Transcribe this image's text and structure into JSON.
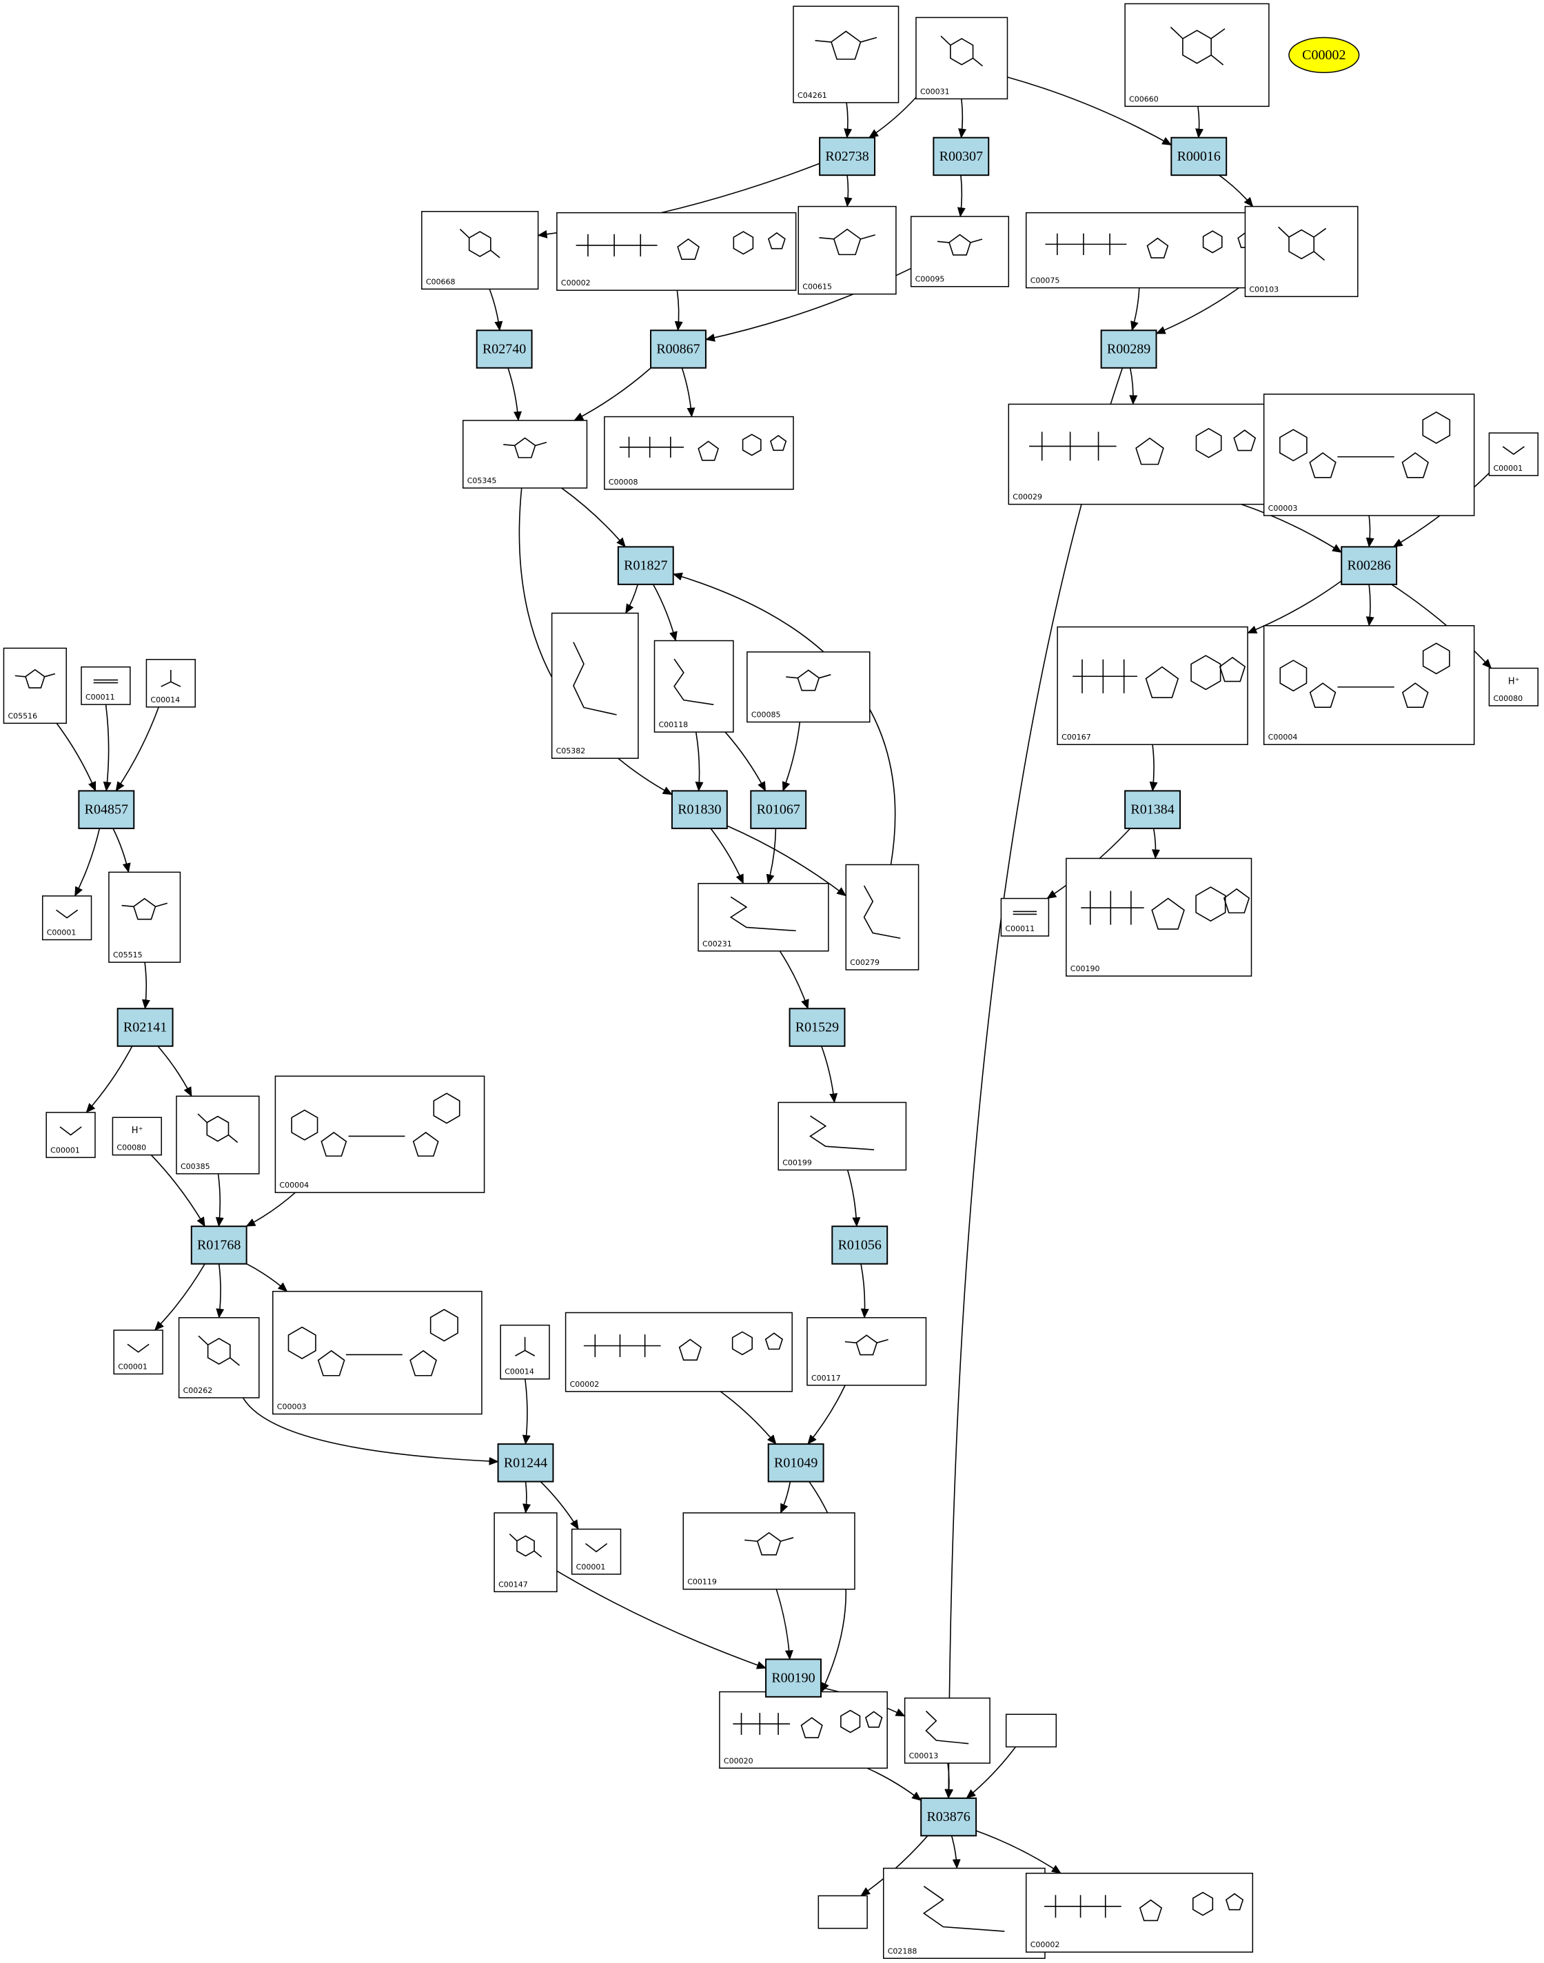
{
  "highlight": {
    "label": "C00002",
    "color": "#ffff00"
  },
  "reaction_color": "#add8e6",
  "reactions": [
    {
      "id": "R02738"
    },
    {
      "id": "R00307"
    },
    {
      "id": "R00016"
    },
    {
      "id": "R02740"
    },
    {
      "id": "R00867"
    },
    {
      "id": "R00289"
    },
    {
      "id": "R01827"
    },
    {
      "id": "R00286"
    },
    {
      "id": "R04857"
    },
    {
      "id": "R01830"
    },
    {
      "id": "R01067"
    },
    {
      "id": "R01384"
    },
    {
      "id": "R02141"
    },
    {
      "id": "R01529"
    },
    {
      "id": "R01768"
    },
    {
      "id": "R01056"
    },
    {
      "id": "R01244"
    },
    {
      "id": "R01049"
    },
    {
      "id": "R00190"
    },
    {
      "id": "R03876"
    }
  ],
  "compounds": [
    {
      "id": "C04261",
      "kind": "ring5"
    },
    {
      "id": "C00031",
      "kind": "ring6"
    },
    {
      "id": "C00660",
      "kind": "ring6p"
    },
    {
      "id": "C00668",
      "kind": "ring6"
    },
    {
      "id": "C00002",
      "kind": "nucleotide"
    },
    {
      "id": "C00615",
      "kind": "ring5"
    },
    {
      "id": "C00095",
      "kind": "ring5"
    },
    {
      "id": "C00075",
      "kind": "nucleotide"
    },
    {
      "id": "C00103",
      "kind": "ring6p"
    },
    {
      "id": "C05345",
      "kind": "ring5"
    },
    {
      "id": "C00008",
      "label": "C00008",
      "kind": "nucleotide"
    },
    {
      "id": "C00029",
      "kind": "nucleotide"
    },
    {
      "id": "C00003",
      "kind": "dinuc"
    },
    {
      "id": "C00001",
      "kind": "water"
    },
    {
      "id": "C05382",
      "kind": "chain"
    },
    {
      "id": "C00118",
      "kind": "chain"
    },
    {
      "id": "C00085",
      "kind": "ring5"
    },
    {
      "id": "C00167",
      "kind": "nucleotide"
    },
    {
      "id": "C00004",
      "kind": "dinuc"
    },
    {
      "id": "C00080",
      "kind": "proton"
    },
    {
      "id": "C05516",
      "kind": "ring5"
    },
    {
      "id": "C00011",
      "kind": "co2"
    },
    {
      "id": "C00014",
      "kind": "nh3"
    },
    {
      "id": "C00001",
      "kind": "water"
    },
    {
      "id": "C05515",
      "kind": "ring5"
    },
    {
      "id": "C00231",
      "kind": "chain"
    },
    {
      "id": "C00279",
      "kind": "chain"
    },
    {
      "id": "C00011",
      "kind": "co2"
    },
    {
      "id": "C00190",
      "kind": "nucleotide"
    },
    {
      "id": "C00001",
      "kind": "water"
    },
    {
      "id": "C00080",
      "kind": "proton"
    },
    {
      "id": "C00385",
      "kind": "ring6"
    },
    {
      "id": "C00004",
      "kind": "dinuc"
    },
    {
      "id": "C00199",
      "kind": "chain"
    },
    {
      "id": "C00001",
      "kind": "water"
    },
    {
      "id": "C00262",
      "kind": "ring6"
    },
    {
      "id": "C00003",
      "kind": "dinuc"
    },
    {
      "id": "C00014",
      "kind": "nh3"
    },
    {
      "id": "C00002",
      "kind": "nucleotide"
    },
    {
      "id": "C00117",
      "kind": "ring5"
    },
    {
      "id": "C00147",
      "kind": "ring6"
    },
    {
      "id": "C00001",
      "kind": "water"
    },
    {
      "id": "C00119",
      "kind": "ring5"
    },
    {
      "id": "C00020",
      "kind": "nucleotide"
    },
    {
      "id": "C00013",
      "kind": "chain"
    },
    {
      "id": "",
      "kind": "empty"
    },
    {
      "id": "",
      "kind": "empty"
    },
    {
      "id": "C02188",
      "kind": "chain"
    },
    {
      "id": "C00002",
      "kind": "nucleotide"
    }
  ]
}
